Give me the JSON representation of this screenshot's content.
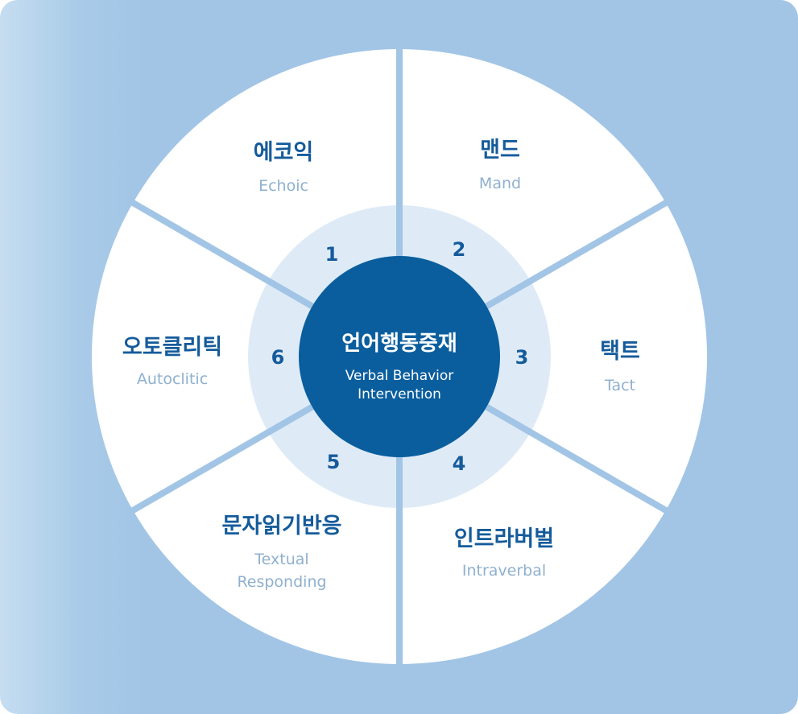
{
  "colors": {
    "outer_ring": "#ffffff",
    "inner_ring": "#deebf7",
    "divider": "#a2c5e6",
    "hub": "#0a5e9e",
    "title_text": "#155b9b",
    "subtitle_text": "#8fb0cf"
  },
  "hub": {
    "title": "언어행동중재",
    "subtitle_lines": [
      "Verbal Behavior",
      "Intervention"
    ]
  },
  "segments": [
    {
      "number": "1",
      "title": "에코익",
      "subtitle_lines": [
        "Echoic"
      ]
    },
    {
      "number": "2",
      "title": "맨드",
      "subtitle_lines": [
        "Mand"
      ]
    },
    {
      "number": "3",
      "title": "택트",
      "subtitle_lines": [
        "Tact"
      ]
    },
    {
      "number": "4",
      "title": "인트라버벌",
      "subtitle_lines": [
        "Intraverbal"
      ]
    },
    {
      "number": "5",
      "title": "문자읽기반응",
      "subtitle_lines": [
        "Textual",
        "Responding"
      ]
    },
    {
      "number": "6",
      "title": "오토클리틱",
      "subtitle_lines": [
        "Autoclitic"
      ]
    }
  ]
}
